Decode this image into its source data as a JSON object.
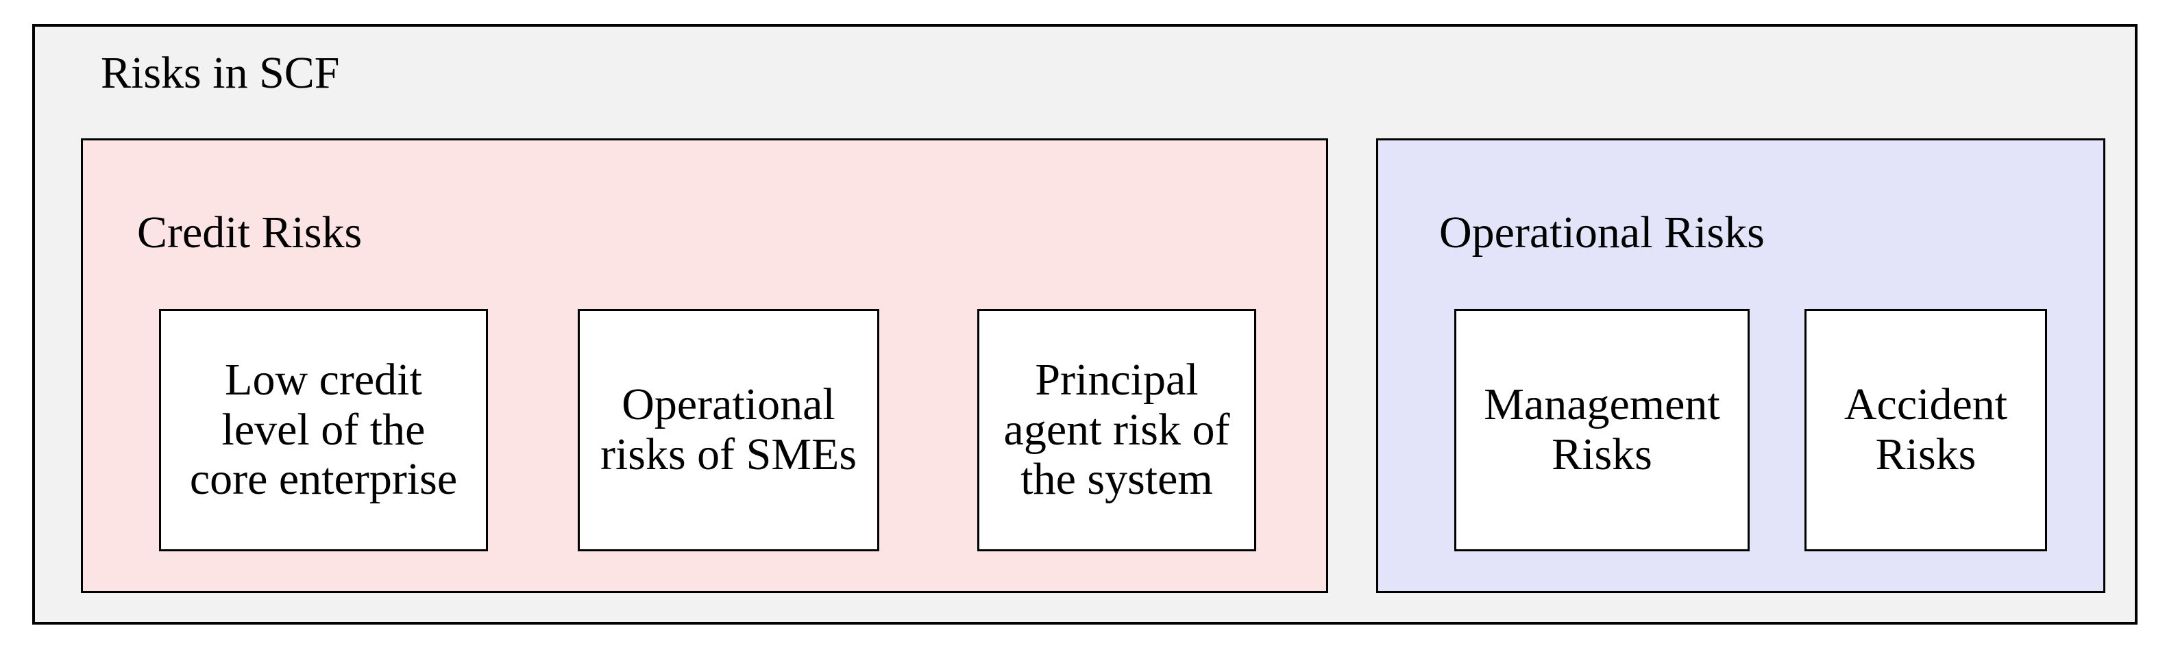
{
  "title": "Risks in SCF",
  "groups": [
    {
      "label": "Credit Risks",
      "color": "#fde4e4",
      "items": [
        {
          "text": "Low credit\nlevel of the\ncore enterprise"
        },
        {
          "text": "Operational\nrisks of SMEs"
        },
        {
          "text": "Principal\nagent risk of\nthe system"
        }
      ]
    },
    {
      "label": "Operational Risks",
      "color": "#e3e3f9",
      "items": [
        {
          "text": "Management\nRisks"
        },
        {
          "text": "Accident\nRisks"
        }
      ]
    }
  ],
  "colors": {
    "page_background": "#ffffff",
    "outer_background": "#f2f2f2",
    "item_background": "#ffffff",
    "border": "#000000",
    "text": "#000000"
  }
}
